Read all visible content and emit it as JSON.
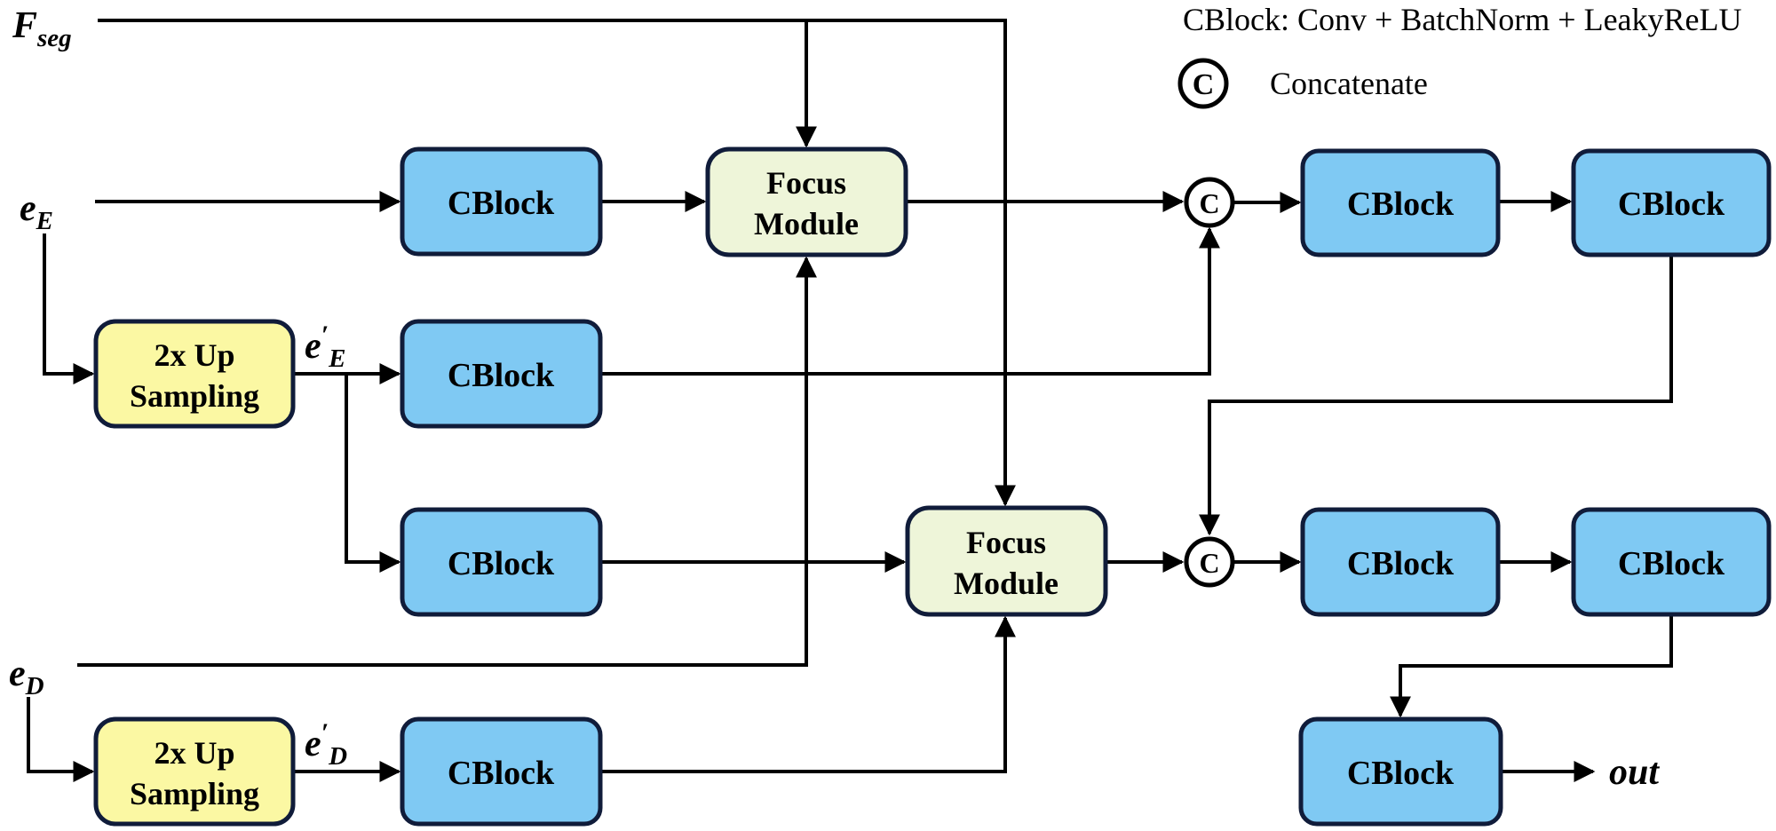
{
  "diagram": {
    "legend": {
      "cblock_definition": "CBlock: Conv + BatchNorm + LeakyReLU",
      "concatenate_symbol": "C",
      "concatenate_label": "Concatenate"
    },
    "nodes": {
      "cblock": "CBlock",
      "upsample_line1": "2x Up",
      "upsample_line2": "Sampling",
      "focus_line1": "Focus",
      "focus_line2": "Module",
      "concat_symbol": "C"
    },
    "io": {
      "f_seg": {
        "base": "F",
        "sub": "seg"
      },
      "e_e": {
        "base": "e",
        "sub": "E"
      },
      "e_e_prime": {
        "base": "e",
        "prime": "′",
        "sub": "E"
      },
      "e_d": {
        "base": "e",
        "sub": "D"
      },
      "e_d_prime": {
        "base": "e",
        "prime": "′",
        "sub": "D"
      },
      "out": "out"
    },
    "colors": {
      "cblock_fill": "#7FC9F3",
      "upsample_fill": "#FBF8A3",
      "focus_fill": "#EEF5D9",
      "node_border": "#101C3A",
      "line": "#000000",
      "background": "#FFFFFF"
    }
  }
}
